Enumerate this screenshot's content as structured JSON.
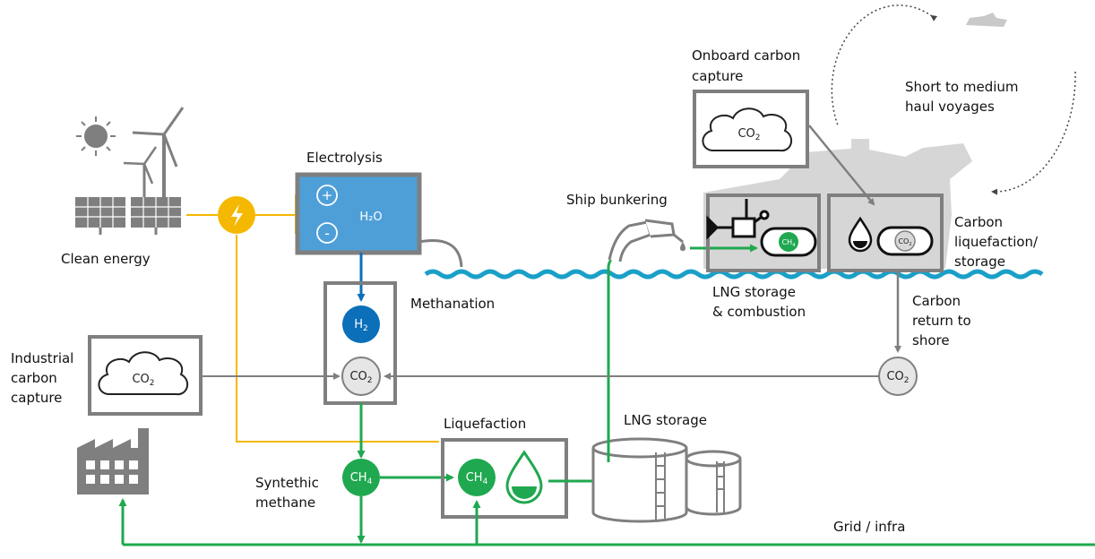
{
  "labels": {
    "clean_energy": "Clean energy",
    "electrolysis": "Electrolysis",
    "h2o": "H₂O",
    "methanation": "Methanation",
    "industrial_l1": "Industrial",
    "industrial_l2": "carbon",
    "industrial_l3": "capture",
    "liquefaction": "Liquefaction",
    "lng_storage": "LNG storage",
    "synth_l1": "Syntethic",
    "synth_l2": "methane",
    "grid": "Grid / infra",
    "ship_bunkering": "Ship bunkering",
    "onboard_l1": "Onboard carbon",
    "onboard_l2": "capture",
    "voyage_l1": "Short to medium",
    "voyage_l2": "haul voyages",
    "carbonliq_l1": "Carbon",
    "carbonliq_l2": "liquefaction/",
    "carbonliq_l3": "storage",
    "lngcomb_l1": "LNG storage",
    "lngcomb_l2": "& combustion",
    "carbonret_l1": "Carbon",
    "carbonret_l2": "return to",
    "carbonret_l3": "shore"
  },
  "chem": {
    "co2_base": "CO",
    "co2_sub": "2",
    "h2_base": "H",
    "h2_sub": "2",
    "ch4_base": "CH",
    "ch4_sub": "4"
  },
  "symbols": {
    "plus": "+",
    "minus": "-"
  },
  "colors": {
    "gray": "#7f7f7f",
    "yellow": "#f5b800",
    "green": "#1fa84f",
    "blue": "#0b6fba",
    "electrolysis_fill": "#4e9fd8",
    "water": "#1aa0c8"
  }
}
